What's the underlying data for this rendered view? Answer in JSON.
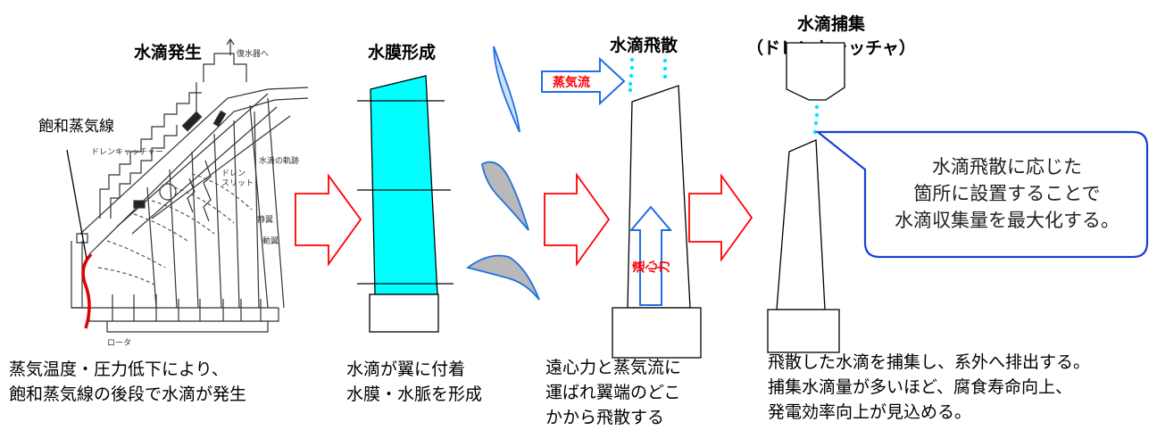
{
  "stages": [
    {
      "title": "水滴発生",
      "caption": [
        "蒸気温度・圧力低下により、",
        "飽和蒸気線の後段で水滴が発生"
      ]
    },
    {
      "title": "水膜形成",
      "caption": [
        "水滴が翼に付着",
        "水膜・水脈を形成"
      ]
    },
    {
      "title": "水滴飛散",
      "caption": [
        "遠心力と蒸気流に",
        "運ばれ翼端のどこ",
        "かから飛散する"
      ]
    },
    {
      "title": "水滴捕集",
      "subtitle": "（ドレンキャッチャ）",
      "caption": [
        "飛散した水滴を捕集し、系外へ排出する。",
        "捕集水滴量が多いほど、腐食寿命向上、",
        "発電効率向上が見込める。"
      ]
    }
  ],
  "turbine_figure": {
    "saturation_line_label": "飽和蒸気線",
    "labels": {
      "condenser": "復水器へ",
      "drain_catcher": "ドレンキャッチャー",
      "droplet_path": "水滴の軌跡",
      "drain_slit": [
        "ドレン",
        "スリット"
      ],
      "stator": "静翼",
      "rotor_blade": "動翼",
      "rotor": "ロータ"
    }
  },
  "flow_labels": {
    "steam_flow": "蒸気流",
    "centrifugal_force": "遠心力"
  },
  "callout": [
    "水滴飛散に応じた",
    "箇所に設置することで",
    "水滴収集量を最大化する。"
  ],
  "colors": {
    "water": "#00ffff",
    "arrow_red": "#ff0000",
    "blade_blue": "#1f6fe0",
    "callout_border": "#1a3fd6",
    "saturation_line": "#e00000",
    "profile_gray": "#b9b9b9"
  }
}
